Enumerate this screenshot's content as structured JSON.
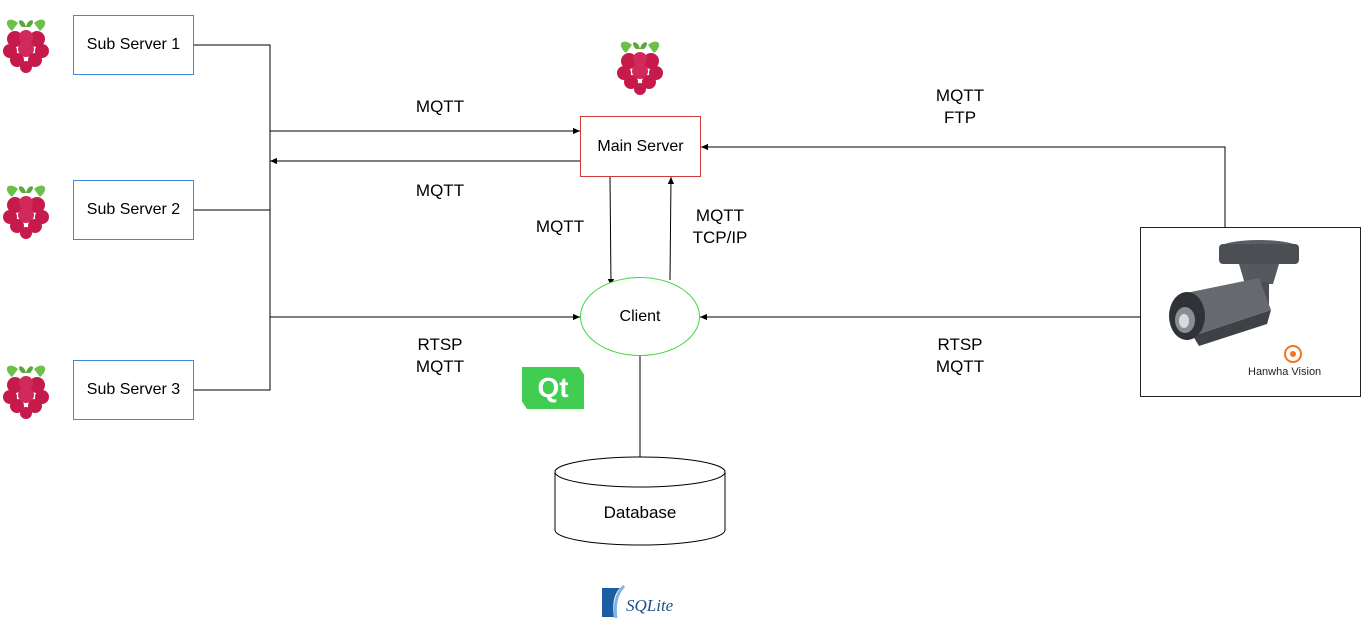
{
  "nodes": {
    "sub_server_1": "Sub Server 1",
    "sub_server_2": "Sub Server 2",
    "sub_server_3": "Sub Server 3",
    "main_server": "Main Server",
    "client": "Client",
    "database": "Database"
  },
  "edge_labels": {
    "bus_to_main": "MQTT",
    "main_to_bus": "MQTT",
    "main_to_client": "MQTT",
    "client_to_main_1": "MQTT",
    "client_to_main_2": "TCP/IP",
    "bus_to_client_1": "RTSP",
    "bus_to_client_2": "MQTT",
    "camera_to_main_1": "MQTT",
    "camera_to_main_2": "FTP",
    "camera_to_client_1": "RTSP",
    "camera_to_client_2": "MQTT"
  },
  "logos": {
    "qt": "Qt",
    "sqlite": "SQLite",
    "camera_brand": "Hanwha Vision"
  },
  "colors": {
    "sub_server_border": "#3b8ed4",
    "main_server_border": "#d33a3a",
    "client_border": "#3fd63f",
    "raspberry": "#c51a4a",
    "leaf": "#6cc04a",
    "qt": "#41cd52",
    "sqlite": "#1c4f86",
    "camera_brand_accent": "#f37321"
  },
  "icons": [
    "raspberry-pi-icon",
    "qt-logo",
    "sqlite-logo",
    "ip-camera-icon",
    "hanwha-logo-icon"
  ]
}
